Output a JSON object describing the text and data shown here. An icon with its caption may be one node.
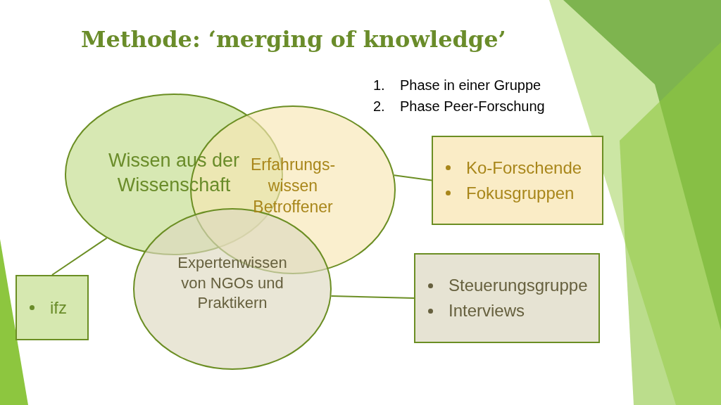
{
  "diagram": {
    "title": "Methode: ‘merging of knowledge’",
    "nodes": [
      {
        "text": [
          "Wissen aus der Wissenschaft"
        ]
      },
      {
        "text": [
          "Erfahrungs- wissen Betroffener"
        ]
      },
      {
        "text": [
          "Expertenwissen von NGOs und Praktikern"
        ]
      },
      {
        "text": [
          "ifz"
        ]
      },
      {
        "text": [
          "Ko-Forschende",
          "Fokusgruppen"
        ]
      },
      {
        "text": [
          "Steuerungsgruppe",
          "Interviews"
        ]
      }
    ],
    "edges": [
      {
        "from": 3,
        "to": 0,
        "arrow": "none"
      },
      {
        "from": 1,
        "to": 4,
        "arrow": "none"
      },
      {
        "from": 2,
        "to": 5,
        "arrow": "none"
      }
    ],
    "labels": [
      "1.",
      "Phase in einer Gruppe",
      "2.",
      "Phase Peer-Forschung"
    ]
  }
}
